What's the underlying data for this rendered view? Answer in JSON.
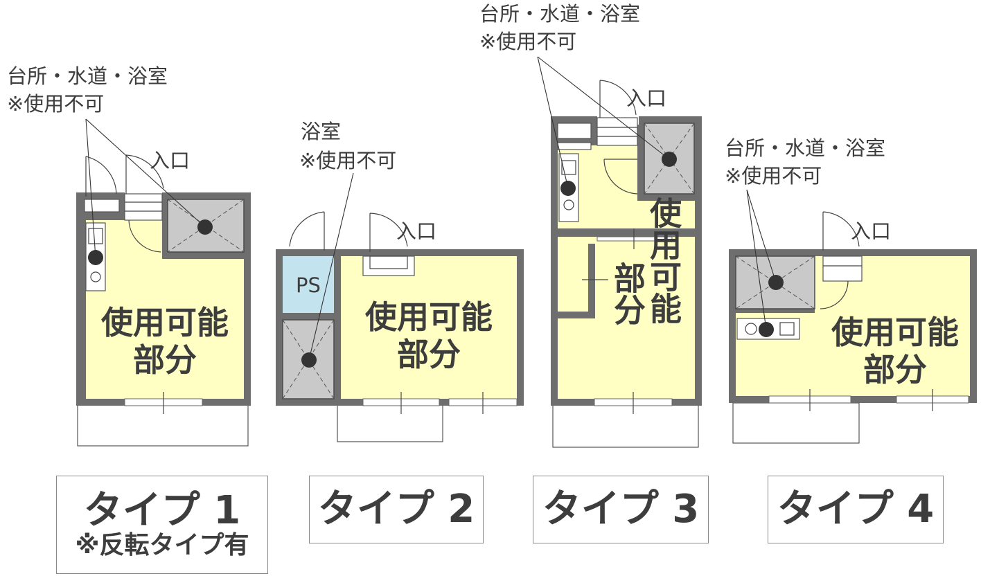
{
  "common": {
    "usable_area": "使用可能部分",
    "usable_line1": "使用可能",
    "usable_line2": "部分",
    "usable_vert_col_left": "部分",
    "usable_vert_col_right": "使用可能",
    "entrance": "入口",
    "ps": "PS"
  },
  "notes": {
    "kitchen_water_bath": "台所・水道・浴室",
    "bath": "浴室",
    "not_usable": "※使用不可"
  },
  "types": [
    {
      "label": "タイプ 1",
      "sub": "※反転タイプ有"
    },
    {
      "label": "タイプ 2",
      "sub": ""
    },
    {
      "label": "タイプ 3",
      "sub": ""
    },
    {
      "label": "タイプ 4",
      "sub": ""
    }
  ]
}
